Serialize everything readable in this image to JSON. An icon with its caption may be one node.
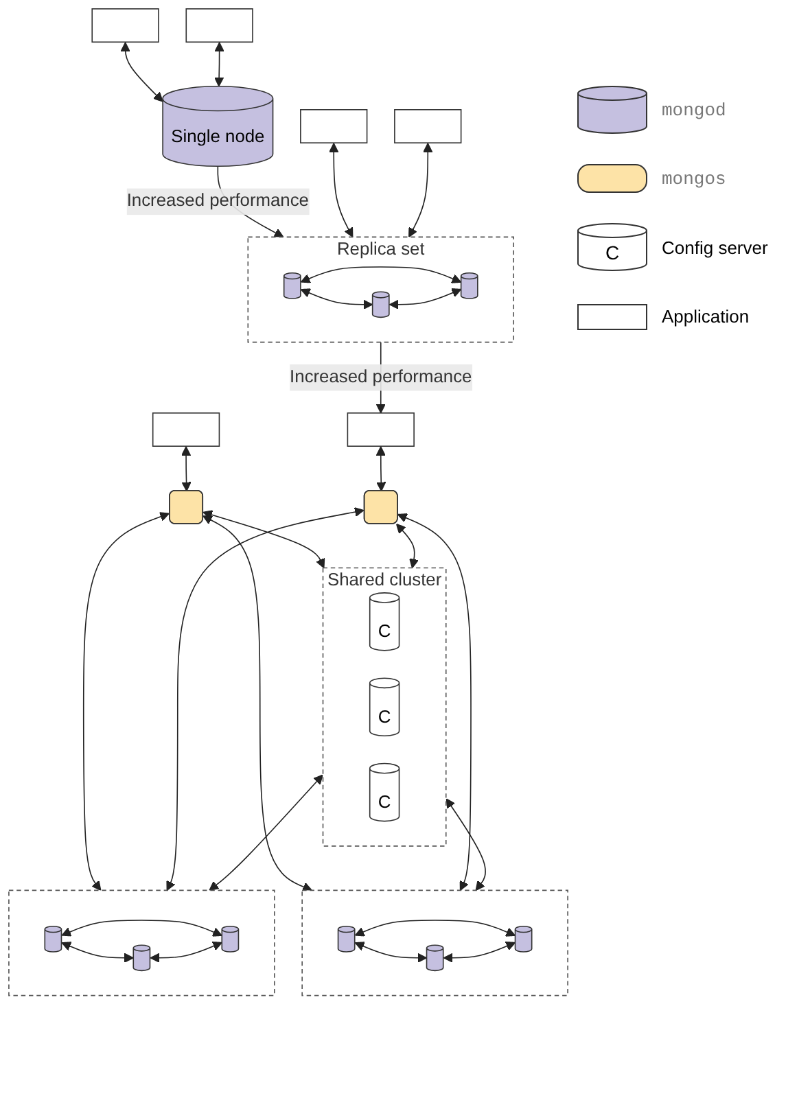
{
  "diagram": {
    "nodes": [
      {
        "text": [],
        "shape": "box"
      },
      {
        "text": [],
        "shape": "box"
      },
      {
        "text": [
          "Single node"
        ]
      },
      {
        "text": [],
        "shape": "box"
      },
      {
        "text": [],
        "shape": "box"
      },
      {
        "text": [
          "Replica set"
        ]
      },
      {
        "text": [],
        "shape": "cylinder",
        "in": 5
      },
      {
        "text": [],
        "shape": "cylinder",
        "in": 5
      },
      {
        "text": [],
        "shape": "cylinder",
        "in": 5
      },
      {
        "text": [],
        "shape": "box"
      },
      {
        "text": [],
        "shape": "box"
      },
      {
        "text": [],
        "shape": "box"
      },
      {
        "text": [],
        "shape": "box"
      },
      {
        "text": [
          "Shared cluster"
        ]
      },
      {
        "text": [
          "C"
        ],
        "in": 13
      },
      {
        "text": [
          "C"
        ],
        "in": 13
      },
      {
        "text": [
          "C"
        ],
        "in": 13
      },
      {
        "text": [],
        "shape": "box"
      },
      {
        "text": [],
        "shape": "cylinder",
        "in": 17
      },
      {
        "text": [],
        "shape": "cylinder",
        "in": 17
      },
      {
        "text": [],
        "shape": "cylinder",
        "in": 17
      },
      {
        "text": [],
        "shape": "box"
      },
      {
        "text": [],
        "shape": "cylinder",
        "in": 21
      },
      {
        "text": [],
        "shape": "cylinder",
        "in": 21
      },
      {
        "text": [],
        "shape": "cylinder",
        "in": 21
      }
    ],
    "edges": [
      {
        "from": 0,
        "to": 2,
        "arrow": "both"
      },
      {
        "from": 1,
        "to": 2,
        "arrow": "both"
      },
      {
        "from": 2,
        "to": 5,
        "arrow": "to",
        "label": "Increased performance"
      },
      {
        "from": 3,
        "to": 5,
        "arrow": "both"
      },
      {
        "from": 4,
        "to": 5,
        "arrow": "both"
      },
      {
        "from": 6,
        "to": 7,
        "arrow": "both"
      },
      {
        "from": 6,
        "to": 8,
        "arrow": "both"
      },
      {
        "from": 7,
        "to": 8,
        "arrow": "both"
      },
      {
        "from": 5,
        "to": 9,
        "arrow": "to",
        "label": "Increased performance"
      },
      {
        "from": 9,
        "to": 12,
        "arrow": "both"
      },
      {
        "from": 10,
        "to": 11,
        "arrow": "both"
      },
      {
        "from": 11,
        "to": 17,
        "arrow": "both"
      },
      {
        "from": 11,
        "to": 21,
        "arrow": "both"
      },
      {
        "from": 11,
        "to": 13,
        "arrow": "both"
      },
      {
        "from": 12,
        "to": 17,
        "arrow": "both"
      },
      {
        "from": 12,
        "to": 21,
        "arrow": "both"
      },
      {
        "from": 12,
        "to": 13,
        "arrow": "both"
      },
      {
        "from": 13,
        "to": 17,
        "arrow": "both"
      },
      {
        "from": 13,
        "to": 21,
        "arrow": "both"
      },
      {
        "from": 18,
        "to": 19,
        "arrow": "both"
      },
      {
        "from": 18,
        "to": 20,
        "arrow": "both"
      },
      {
        "from": 19,
        "to": 20,
        "arrow": "both"
      },
      {
        "from": 22,
        "to": 23,
        "arrow": "both"
      },
      {
        "from": 22,
        "to": 24,
        "arrow": "both"
      },
      {
        "from": 23,
        "to": 24,
        "arrow": "both"
      }
    ],
    "labels": [
      "C"
    ],
    "legend": [
      {
        "text": "mongod",
        "color": "#c5c0e0"
      },
      {
        "text": "mongos",
        "color": "#fde3a7"
      },
      {
        "text": "Config server"
      },
      {
        "text": "Application"
      }
    ]
  }
}
